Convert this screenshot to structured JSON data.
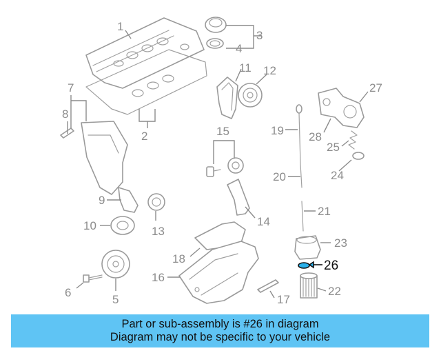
{
  "diagram": {
    "callouts": {
      "c1": "1",
      "c2": "2",
      "c3": "3",
      "c4": "4",
      "c5": "5",
      "c6": "6",
      "c7": "7",
      "c8": "8",
      "c9": "9",
      "c10": "10",
      "c11": "11",
      "c12": "12",
      "c13": "13",
      "c14": "14",
      "c15": "15",
      "c16": "16",
      "c17": "17",
      "c18": "18",
      "c19": "19",
      "c20": "20",
      "c21": "21",
      "c22": "22",
      "c23": "23",
      "c24": "24",
      "c25": "25",
      "c26": "26",
      "c27": "27",
      "c28": "28"
    },
    "highlighted_part": "26",
    "colors": {
      "highlight": "#2ab0ea",
      "banner": "#5fc4f4",
      "line_art": "#9a9a9a"
    }
  },
  "banner": {
    "line1": "Part or sub-assembly is #26 in diagram",
    "line2": "Diagram may not be specific to your vehicle"
  }
}
